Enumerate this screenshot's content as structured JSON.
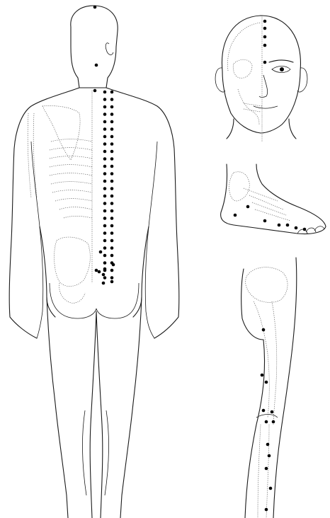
{
  "figure": {
    "views": [
      "back-view",
      "face-view",
      "foot-view",
      "leg-view"
    ]
  },
  "colors": {
    "line": "#1a1a1a",
    "point": "#000000",
    "skeleton": "#555555",
    "background": "#ffffff"
  }
}
